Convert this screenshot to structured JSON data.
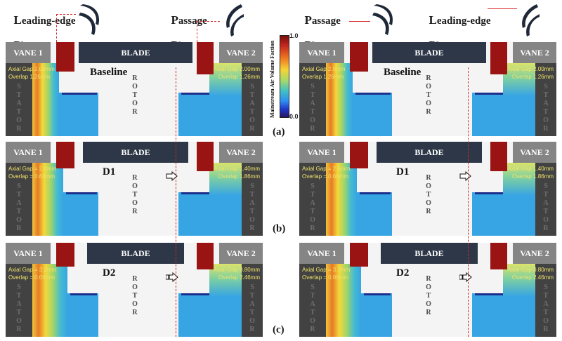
{
  "top_labels": {
    "left": [
      {
        "cap": "L",
        "rest": "eading-edge"
      },
      {
        "cap": "P",
        "rest": "lane"
      },
      {
        "cap": "P",
        "rest": "assage"
      },
      {
        "cap": "P",
        "rest": "lane"
      }
    ],
    "right": [
      {
        "cap": "P",
        "rest": "assage"
      },
      {
        "cap": "P",
        "rest": "lane"
      },
      {
        "cap": "L",
        "rest": "eading-edge"
      },
      {
        "cap": "P",
        "rest": "lane"
      }
    ]
  },
  "colorbar": {
    "title": "Mainstream Air Volume Faction",
    "max": "1.0",
    "min": "0.0"
  },
  "labels": {
    "vane1": "VANE 1",
    "vane2": "VANE 2",
    "blade": "BLADE",
    "stator": "STATOR",
    "rotor": "ROTOR"
  },
  "rows": [
    {
      "label": "(a)",
      "case": "Baseline",
      "left_gap": "Axial Gap 2.00mm\nOverlap 1.26mm",
      "right_gap": "Axial Gap 2.00mm\nOverlap 1.26mm",
      "left_gap_alt": "Axial Gap 2.0mm\nOverlap 1.26mm",
      "arrow": ""
    },
    {
      "label": "(b)",
      "case": "D1",
      "left_gap": "Axial Gap = 2.6mm\nOverlap = 0.66mm",
      "right_gap": "Axial Gap 1.40mm\nOverlap 1.86mm",
      "left_gap_alt": "Axial Gap = 2.6mm\nOverlap = 0.66mm",
      "arrow": "single"
    },
    {
      "label": "(c)",
      "case": "D2",
      "left_gap": "Axial Gap = 3.2mm\nOverlap = 0.06mm",
      "right_gap": "Axial Gap 0.80mm\nOverlap 2.46mm",
      "left_gap_alt": "Axial Gap = 3.2mm\nOverlap = 0.06mm",
      "arrow": "double"
    }
  ]
}
